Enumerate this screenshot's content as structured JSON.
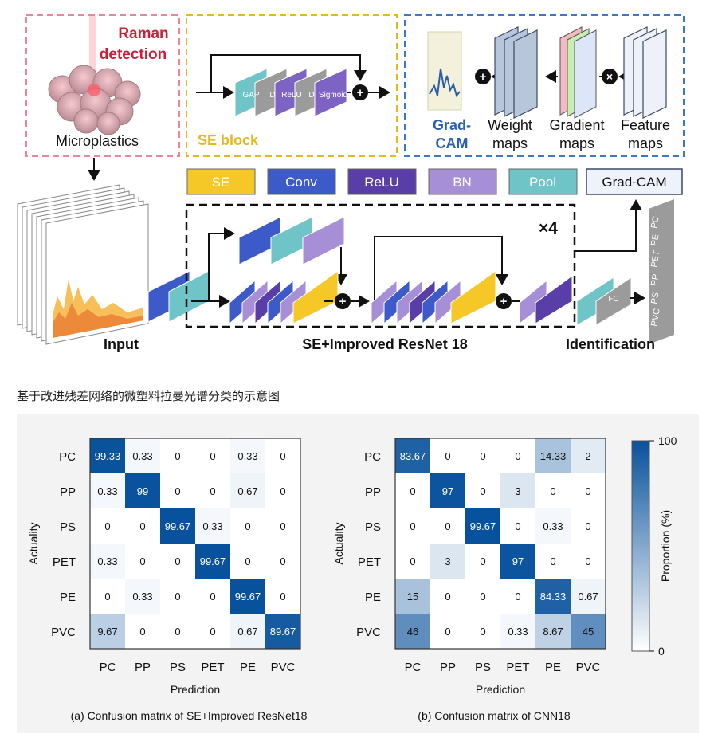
{
  "diagram": {
    "microplastics_box": {
      "title_line1": "Raman",
      "title_line2": "detection",
      "label": "Microplastics"
    },
    "se_block": {
      "label": "SE block",
      "layers": [
        "GAP",
        "D",
        "ReLU",
        "D",
        "Sigmoid"
      ]
    },
    "gradcam_box": {
      "gradcam_line1": "Grad-",
      "gradcam_line2": "CAM",
      "weight_line1": "Weight",
      "weight_line2": "maps",
      "gradient_line1": "Gradient",
      "gradient_line2": "maps",
      "feature_line1": "Feature",
      "feature_line2": "maps"
    },
    "legend": [
      {
        "label": "SE",
        "color": "#f5c828",
        "text_color": "#ffffff"
      },
      {
        "label": "Conv",
        "color": "#3d5bc8",
        "text_color": "#ffffff"
      },
      {
        "label": "ReLU",
        "color": "#5a3ea8",
        "text_color": "#ffffff"
      },
      {
        "label": "BN",
        "color": "#a78fd8",
        "text_color": "#ffffff"
      },
      {
        "label": "Pool",
        "color": "#6ec4c6",
        "text_color": "#ffffff"
      },
      {
        "label": "Grad-CAM",
        "color": "#eef2fb",
        "text_color": "#111111"
      }
    ],
    "repeat_label": "×4",
    "fc_label": "FC",
    "classes_bar": [
      "PC",
      "PE",
      "PET",
      "PP",
      "PS",
      "PVC"
    ],
    "stage_labels": {
      "input": "Input",
      "network": "SE+Improved ResNet 18",
      "output": "Identification"
    }
  },
  "caption": "基于改进残差网络的微塑料拉曼光谱分类的示意图",
  "chart_data": [
    {
      "type": "heatmap",
      "title": "(a) Confusion matrix of SE+Improved ResNet18",
      "xlabel": "Prediction",
      "ylabel": "Actuality",
      "categories": [
        "PC",
        "PP",
        "PS",
        "PET",
        "PE",
        "PVC"
      ],
      "values": [
        [
          "99.33",
          "0.33",
          "0",
          "0",
          "0.33",
          "0"
        ],
        [
          "0.33",
          "99",
          "0",
          "0",
          "0.67",
          "0"
        ],
        [
          "0",
          "0",
          "99.67",
          "0.33",
          "0",
          "0"
        ],
        [
          "0.33",
          "0",
          "0",
          "99.67",
          "0",
          "0"
        ],
        [
          "0",
          "0.33",
          "0",
          "0",
          "99.67",
          "0"
        ],
        [
          "9.67",
          "0",
          "0",
          "0",
          "0.67",
          "89.67"
        ]
      ]
    },
    {
      "type": "heatmap",
      "title": "(b) Confusion matrix of CNN18",
      "xlabel": "Prediction",
      "ylabel": "Actuality",
      "categories": [
        "PC",
        "PP",
        "PS",
        "PET",
        "PE",
        "PVC"
      ],
      "values": [
        [
          "83.67",
          "0",
          "0",
          "0",
          "14.33",
          "2"
        ],
        [
          "0",
          "97",
          "0",
          "3",
          "0",
          "0"
        ],
        [
          "0",
          "0",
          "99.67",
          "0",
          "0.33",
          "0"
        ],
        [
          "0",
          "3",
          "0",
          "97",
          "0",
          "0"
        ],
        [
          "15",
          "0",
          "0",
          "0",
          "84.33",
          "0.67"
        ],
        [
          "46",
          "0",
          "0",
          "0.33",
          "8.67",
          "45"
        ]
      ]
    }
  ],
  "colorbar": {
    "label": "Proportion (%)",
    "max_label": "100",
    "min_label": "0",
    "range": [
      0,
      100
    ],
    "color_low": "#ffffff",
    "color_high": "#08519c"
  }
}
